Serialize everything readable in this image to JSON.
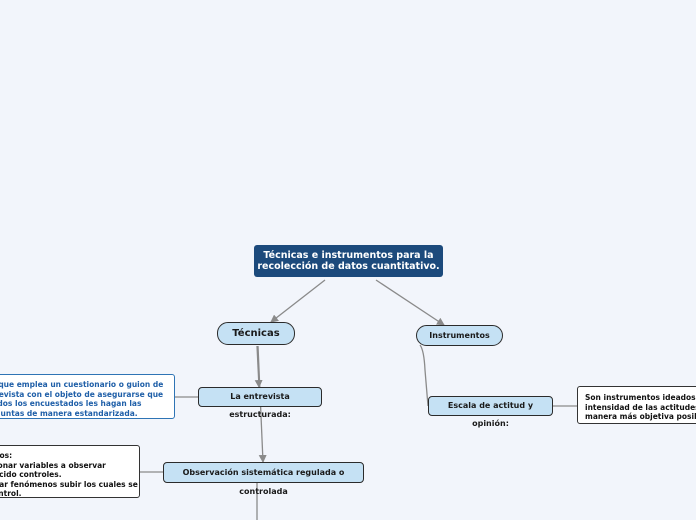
{
  "root": {
    "title": "Técnicas e instrumentos para la recolección de datos cuantitativo.",
    "line1": "Técnicas e instrumentos para la",
    "line2": "recolección de datos cuantitativo."
  },
  "tecnicas": {
    "label": "Técnicas"
  },
  "instrumentos": {
    "label": "Instrumentos"
  },
  "entrevista": {
    "label": "La entrevista estructurada:",
    "definition": [
      "s la que emplea un cuestionario o guion de",
      "entrevista con el objeto de asegurarse que",
      "a todos los encuestados les hagan las",
      "preguntas de manera estandarizada."
    ]
  },
  "observacion": {
    "label": "Observación sistemática regulada o controlada",
    "requisitos": [
      "uisitos:",
      "eccionar variables a observar",
      "ablecido controles.",
      "servar fenómenos subir los cuales se",
      "e control."
    ]
  },
  "escala": {
    "label": "Escala de actitud y opinión:",
    "definition": [
      "Son instrumentos ideados pa",
      "intensidad de las actitudes y",
      "manera más objetiva posible"
    ]
  },
  "colors": {
    "root_bg": "#1c4a7c",
    "node_fill": "#c5e1f4",
    "connector": "#8a8a8a",
    "link_text": "#1f5fa8"
  }
}
